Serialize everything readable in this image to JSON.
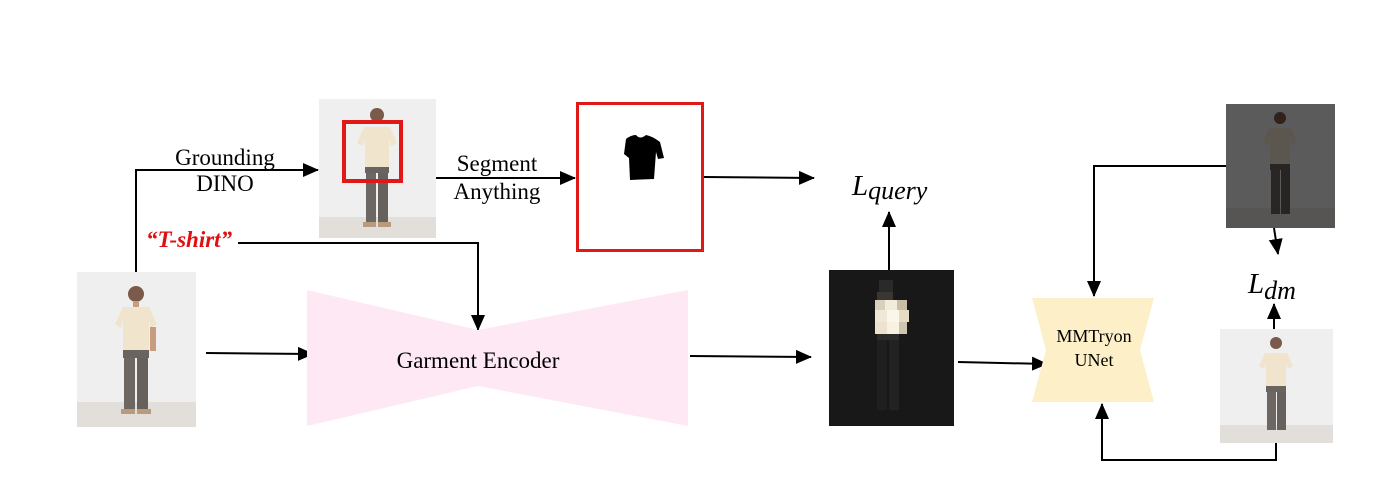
{
  "labels": {
    "grounding_dino_line1": "Grounding",
    "grounding_dino_line2": "DINO",
    "segment_anything_line1": "Segment",
    "segment_anything_line2": "Anything",
    "prompt_text": "“T-shirt”",
    "garment_encoder": "Garment Encoder",
    "unet_line1": "MMTryon",
    "unet_line2": "UNet",
    "lquery_main": "L",
    "lquery_sub": "query",
    "ldm_main": "L",
    "ldm_sub": "dm"
  },
  "colors": {
    "prompt_red": "#e01010",
    "bbox_red": "#e01818",
    "encoder_fill": "#fde8f4",
    "unet_fill": "#fdf0c8",
    "arrow": "#000000"
  },
  "icons": {
    "person": "person-photo-icon",
    "mask": "tshirt-mask-icon",
    "tokens": "pixelated-tokens-icon"
  }
}
